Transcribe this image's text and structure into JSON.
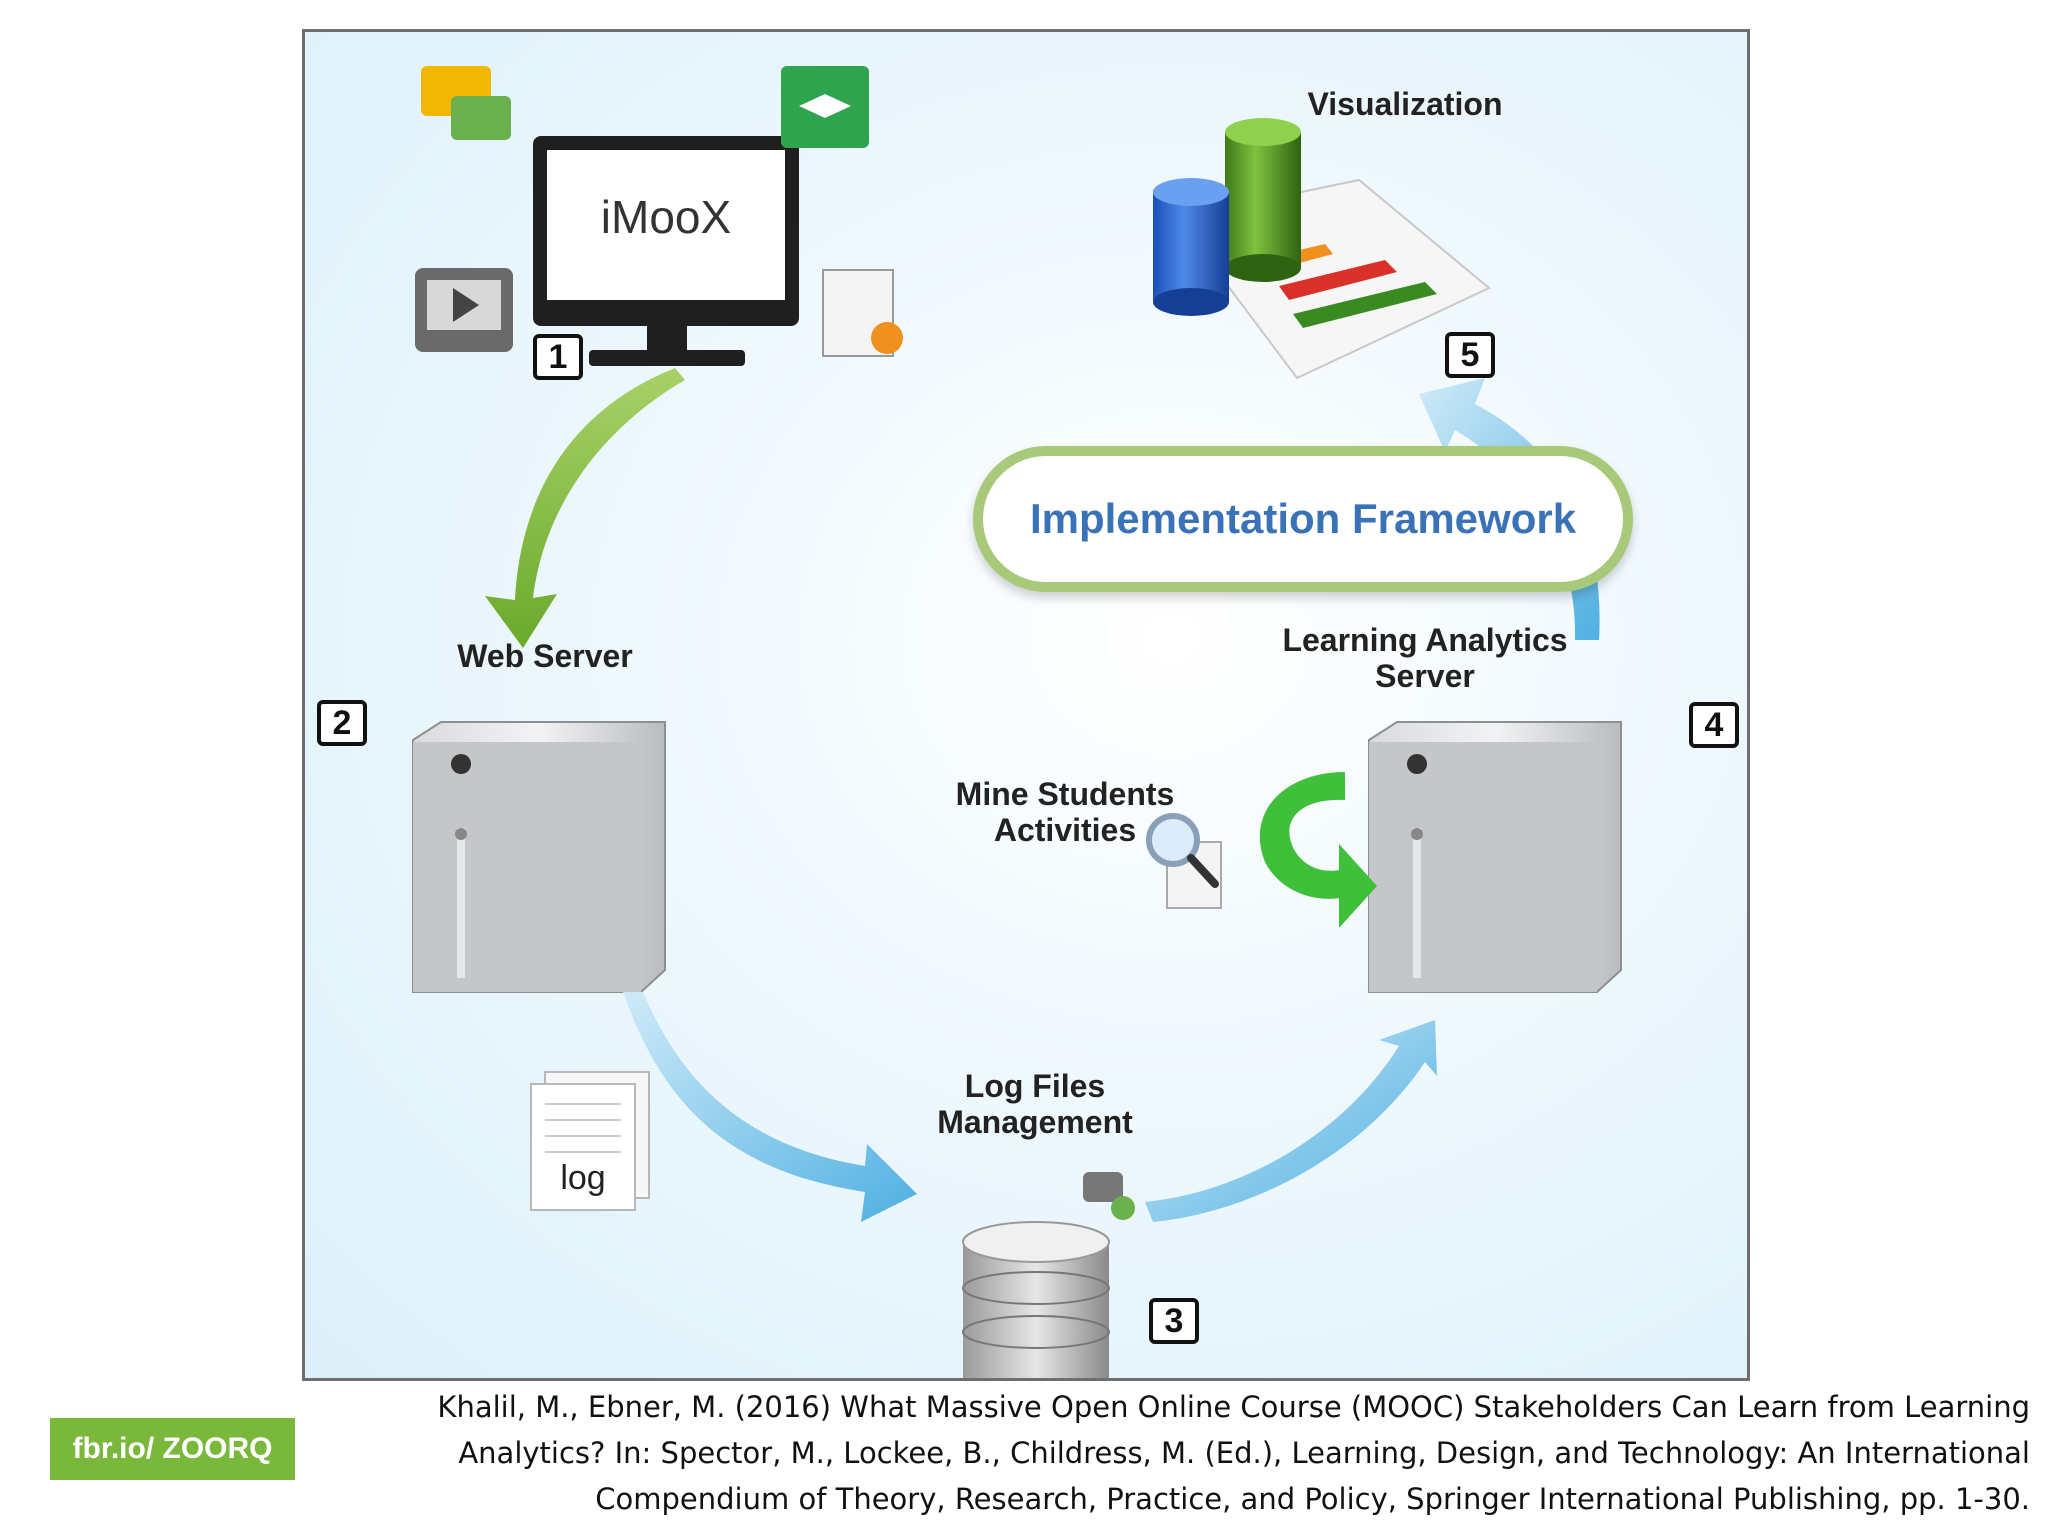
{
  "diagram": {
    "title": "Implementation Framework",
    "nodes": [
      {
        "step": "1",
        "label": "iMooX"
      },
      {
        "step": "2",
        "label": "Web Server"
      },
      {
        "step": "3",
        "label": "Log Files Management"
      },
      {
        "step": "4",
        "label": "Learning Analytics Server"
      },
      {
        "step": "5",
        "label": "Visualization"
      }
    ],
    "mine_label": "Mine Students Activities",
    "log_label": "log",
    "colors": {
      "title": "#3a72b8",
      "pill_border": "#a9c97a",
      "green_arrow": "#7ab83c",
      "blue_arrow": "#5fb8e6"
    }
  },
  "footer": {
    "brand": "fbr.io/ ZOORQ",
    "citation": [
      "Khalil, M., Ebner, M. (2016) What Massive Open Online Course (MOOC) Stakeholders Can Learn from Learning",
      "Analytics? In: Spector, M., Lockee, B., Childress, M. (Ed.), Learning, Design, and Technology: An International",
      "Compendium of Theory, Research, Practice, and Policy, Springer International Publishing, pp. 1-30."
    ]
  }
}
